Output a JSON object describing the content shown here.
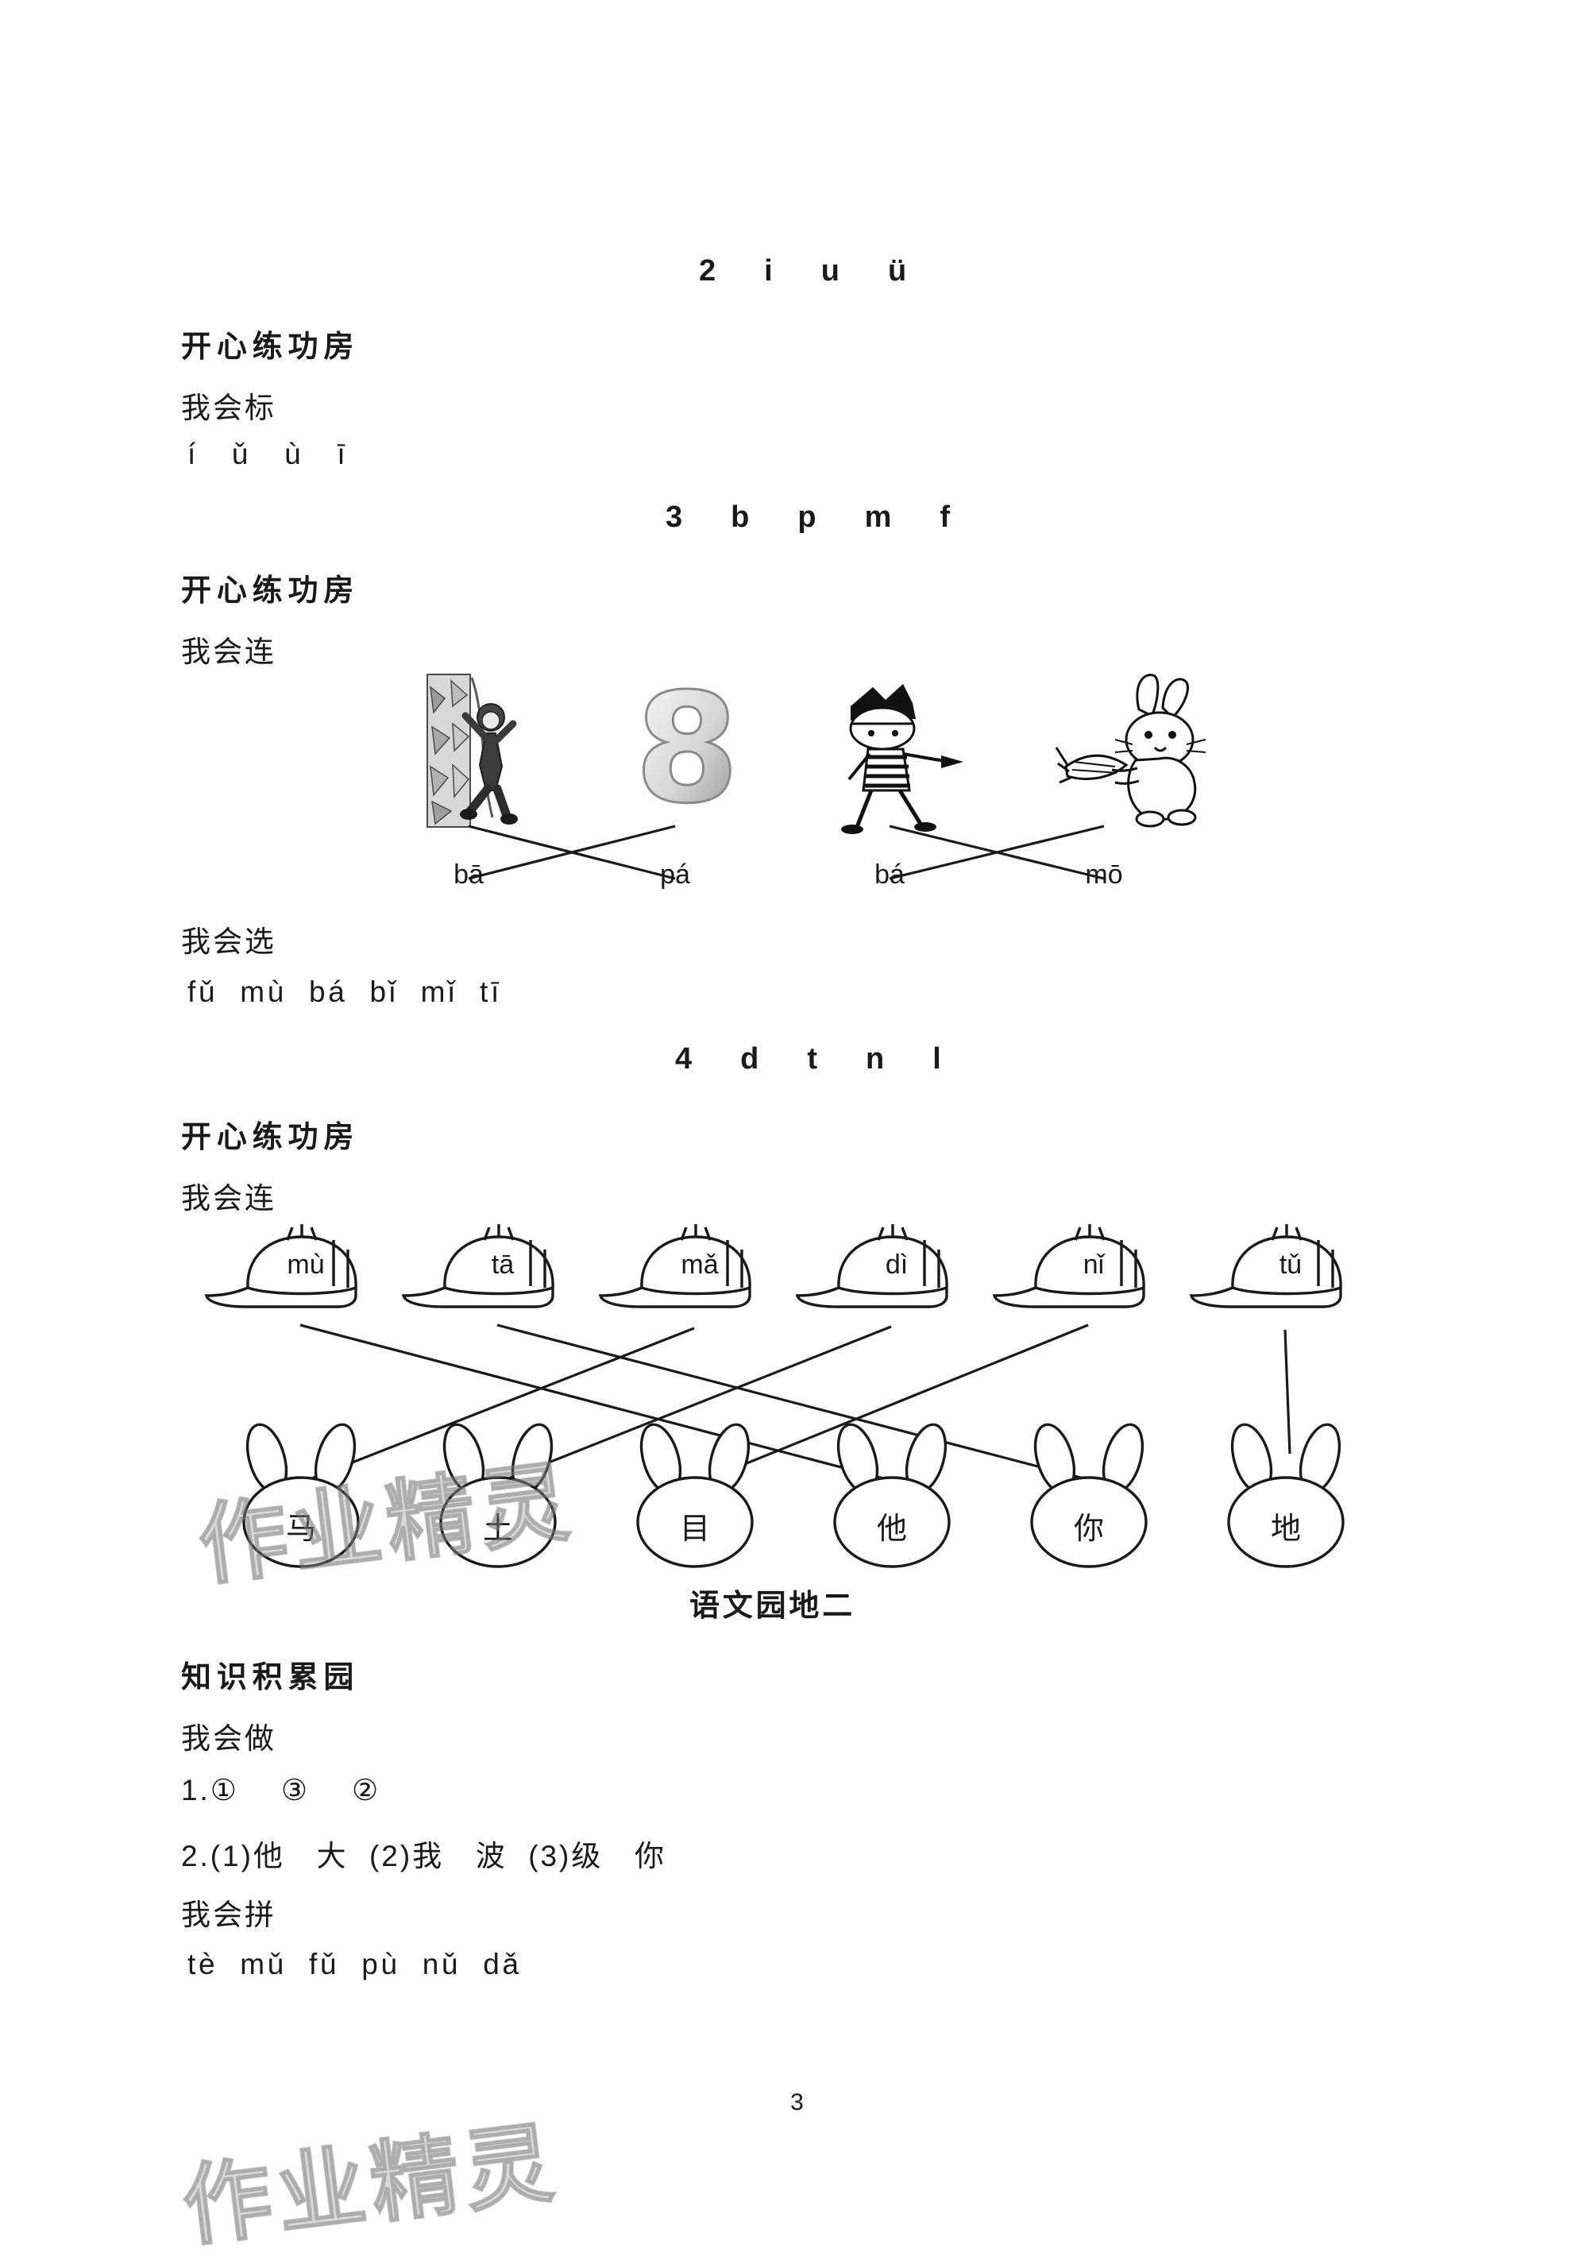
{
  "page": {
    "number": "3"
  },
  "sections": [
    {
      "id": "sec2",
      "heading": "2  i  u  ü",
      "subtitle": "开心练功房",
      "task1_label": "我会标",
      "task1_answer": "í   ǔ   ù   ī"
    },
    {
      "id": "sec3",
      "heading": "3  b  p  m  f",
      "subtitle": "开心练功房",
      "task1_label": "我会连",
      "match_words": [
        "bā",
        "pá",
        "bá",
        "mō"
      ],
      "task2_label": "我会选",
      "task2_answer": "fǔ  mù  bá  bǐ  mǐ  tī"
    },
    {
      "id": "sec4",
      "heading": "4  d  t  n  l",
      "subtitle": "开心练功房",
      "task1_label": "我会连",
      "caps": [
        "mù",
        "tā",
        "mǎ",
        "dì",
        "nǐ",
        "tǔ"
      ],
      "rabbits": [
        "马",
        "土",
        "目",
        "他",
        "你",
        "地"
      ]
    },
    {
      "id": "yuanwen",
      "heading": "语文园地二",
      "subtitle": "知识积累园",
      "task1_label": "我会做",
      "answer_line1": "1.①    ③    ②",
      "answer_line2": "2.(1)他   大  (2)我   波  (3)级   你",
      "task2_label": "我会拼",
      "task2_answer": "tè  mǔ  fǔ  pù  nǔ  dǎ"
    }
  ],
  "watermarks": [
    "作业精灵",
    "作业精灵"
  ]
}
